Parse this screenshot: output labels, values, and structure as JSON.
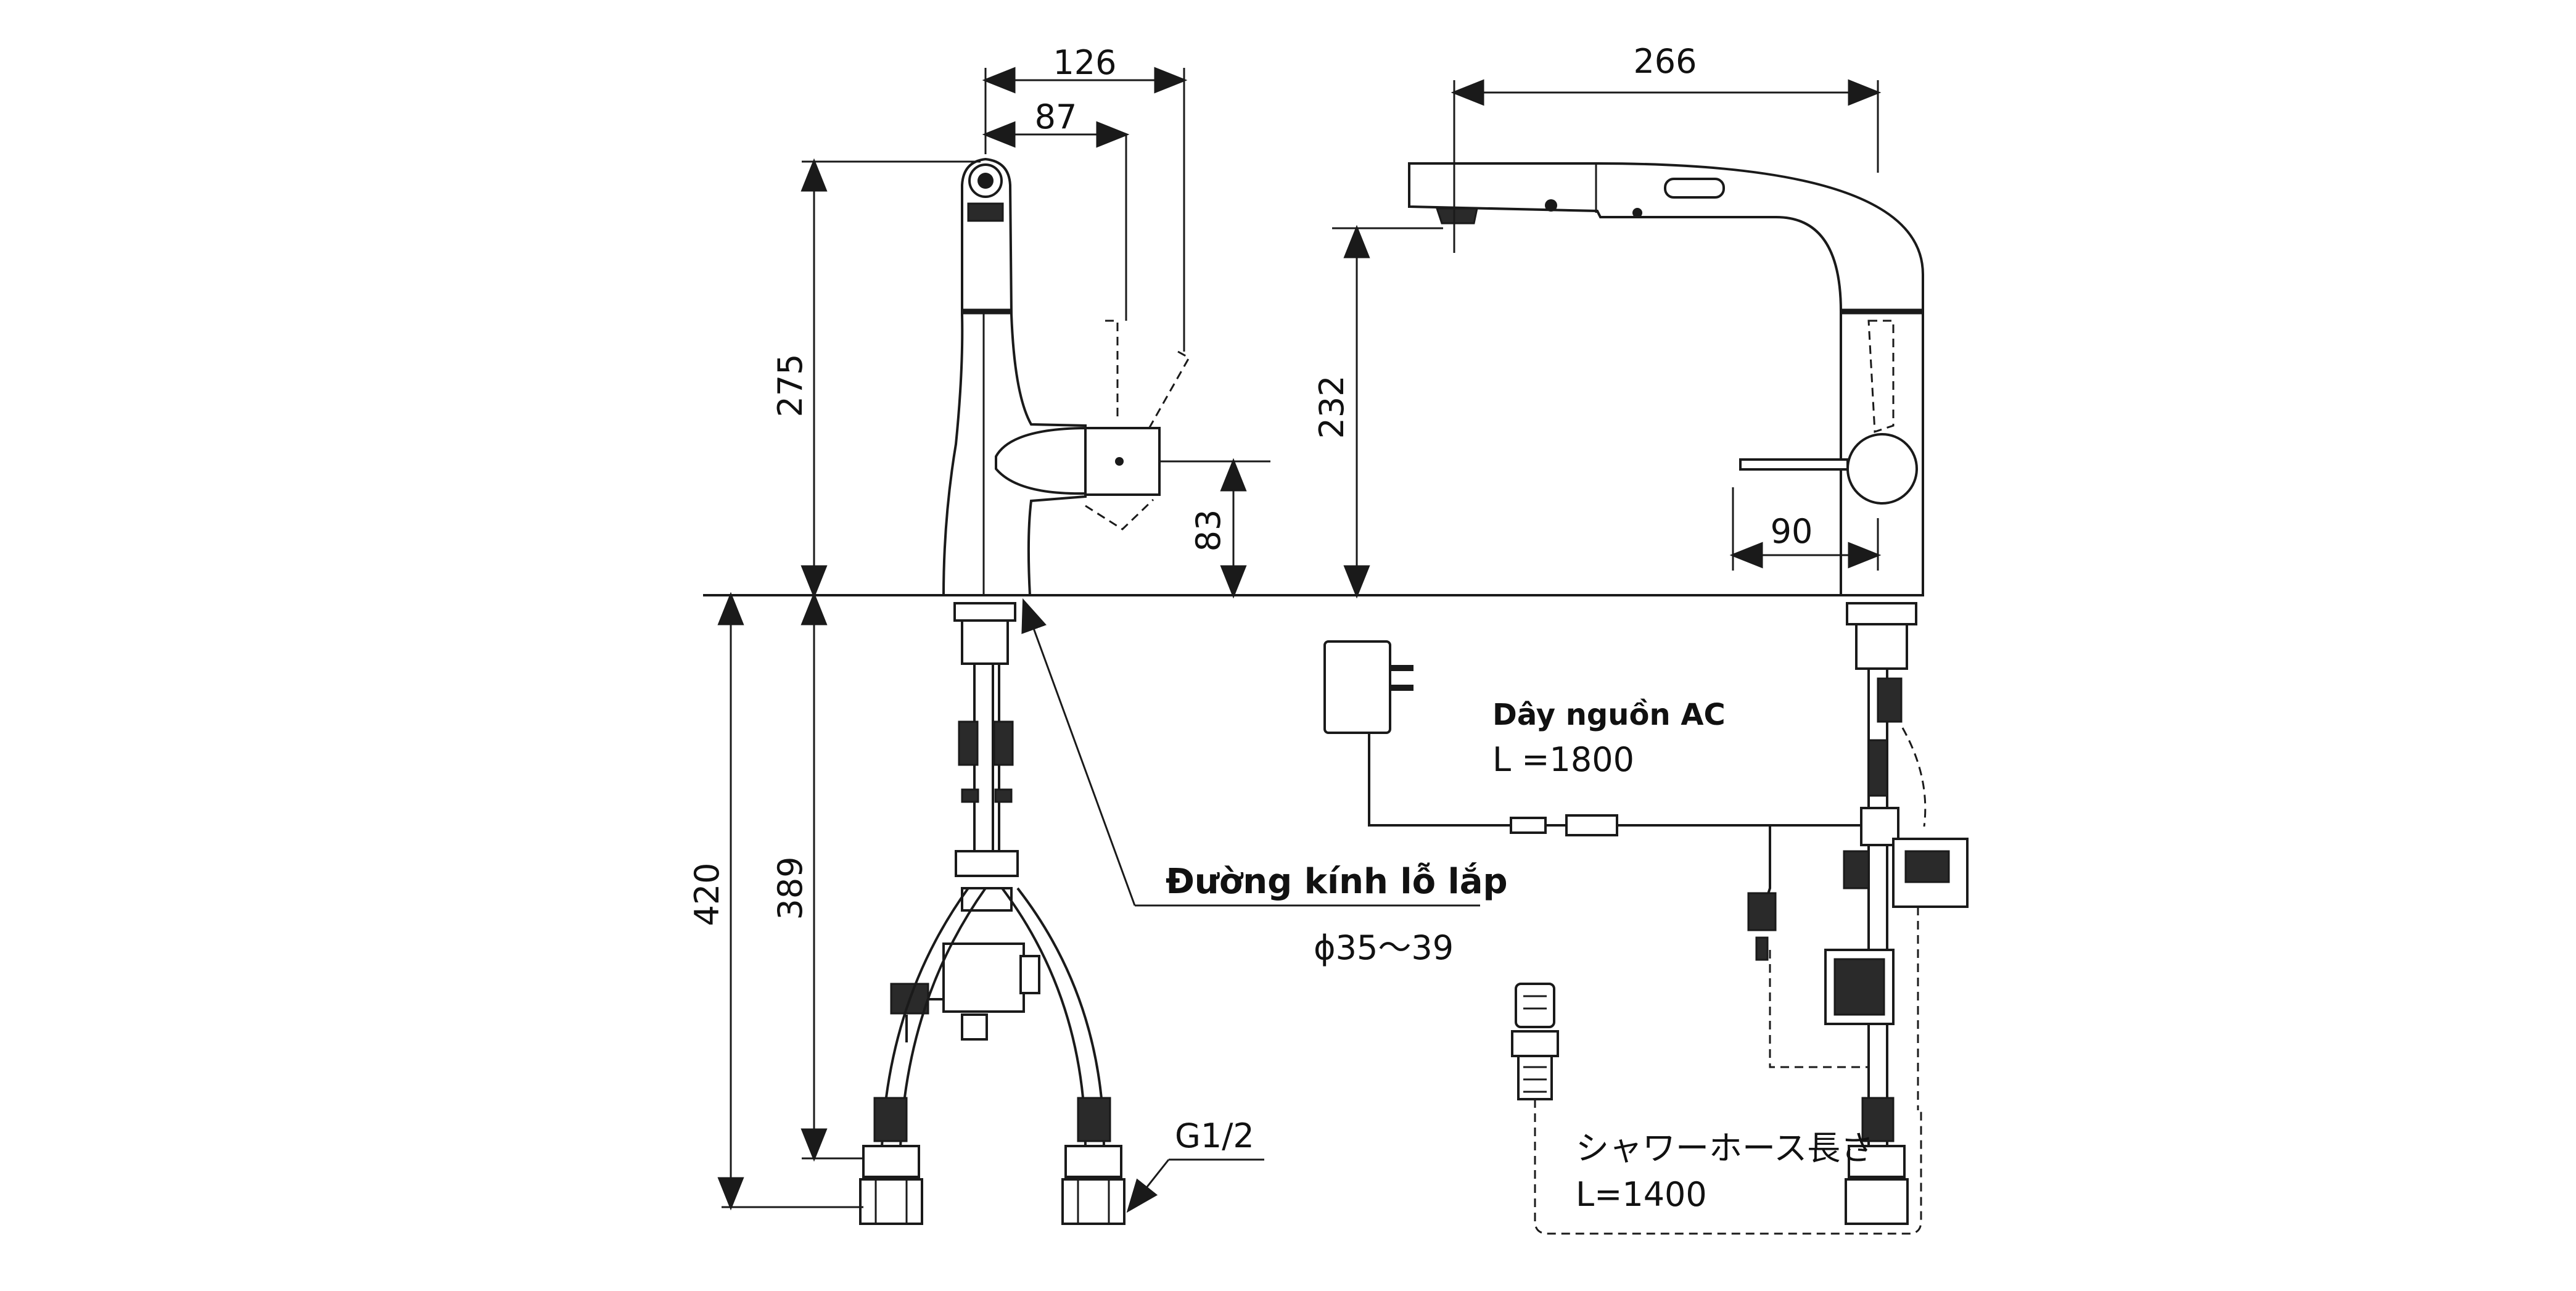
{
  "drawing": {
    "front_view": {
      "dim_126": "126",
      "dim_87": "87",
      "dim_275": "275",
      "dim_83": "83",
      "dim_420": "420",
      "dim_389": "389"
    },
    "side_view": {
      "dim_266": "266",
      "dim_232": "232",
      "dim_90": "90"
    },
    "labels": {
      "mount_hole_title": "Đường kính lỗ lắp",
      "mount_hole_value": "ϕ35〜39",
      "thread": "G1/2",
      "power_cord_title": "Dây nguồn AC",
      "power_cord_length": "L =1800",
      "shower_hose_title": "シャワーホース長さ",
      "shower_hose_length": "L=1400"
    }
  }
}
